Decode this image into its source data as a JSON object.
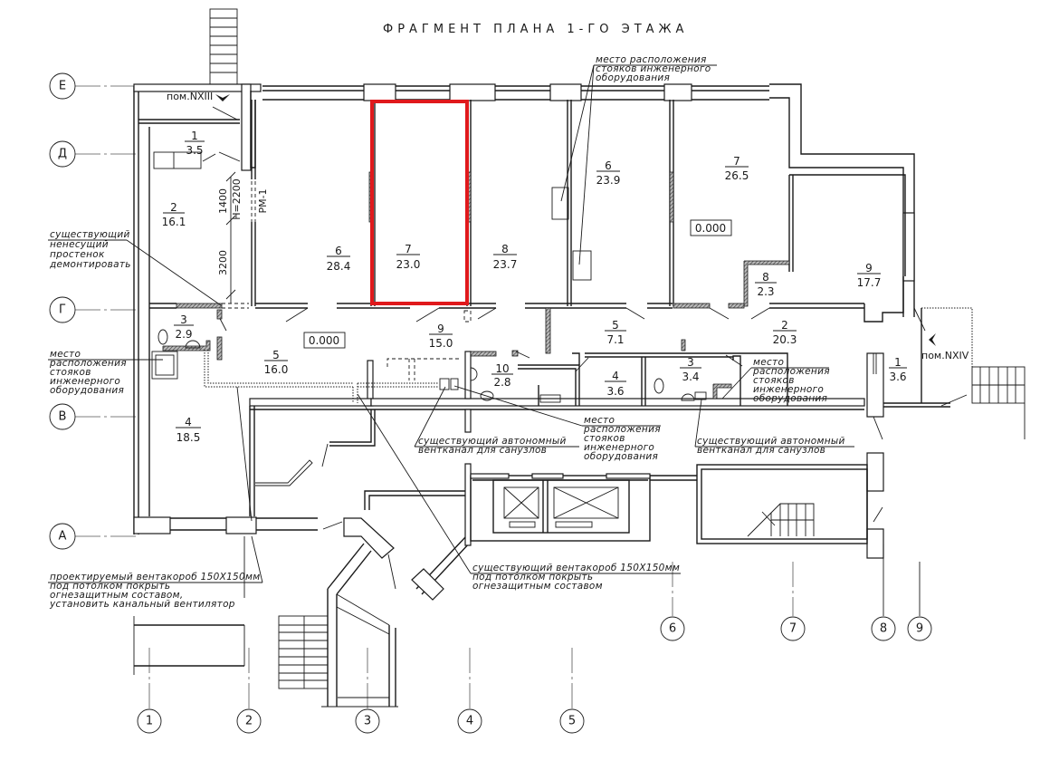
{
  "title": "ФРАГМЕНТ ПЛАНА 1-ГО ЭТАЖА",
  "highlight_color": "#e0191c",
  "axes": {
    "rows": [
      "Е",
      "Д",
      "Г",
      "В",
      "А"
    ],
    "columns": [
      "1",
      "2",
      "3",
      "4",
      "5",
      "6",
      "7",
      "8",
      "9"
    ]
  },
  "premises": {
    "nxiii": "пом.NXIII",
    "nxiv": "пом.NXIV"
  },
  "rooms": [
    {
      "id": "r1",
      "number": "1",
      "area": "3.5"
    },
    {
      "id": "r2",
      "number": "2",
      "area": "16.1"
    },
    {
      "id": "r3",
      "number": "3",
      "area": "2.9"
    },
    {
      "id": "r4",
      "number": "4",
      "area": "18.5"
    },
    {
      "id": "r5",
      "number": "5",
      "area": "16.0"
    },
    {
      "id": "r6",
      "number": "6",
      "area": "28.4"
    },
    {
      "id": "r7",
      "number": "7",
      "area": "23.0",
      "highlighted": true
    },
    {
      "id": "r8",
      "number": "8",
      "area": "23.7"
    },
    {
      "id": "r9",
      "number": "9",
      "area": "15.0"
    },
    {
      "id": "r10",
      "number": "10",
      "area": "2.8"
    },
    {
      "id": "r6b",
      "number": "6",
      "area": "23.9"
    },
    {
      "id": "r5b",
      "number": "5",
      "area": "7.1"
    },
    {
      "id": "r4b",
      "number": "4",
      "area": "3.6"
    },
    {
      "id": "r3b",
      "number": "3",
      "area": "3.4"
    },
    {
      "id": "r7b",
      "number": "7",
      "area": "26.5"
    },
    {
      "id": "r8b",
      "number": "8",
      "area": "2.3"
    },
    {
      "id": "r9b",
      "number": "9",
      "area": "17.7"
    },
    {
      "id": "r2b",
      "number": "2",
      "area": "20.3"
    },
    {
      "id": "r1b",
      "number": "1",
      "area": "3.6"
    }
  ],
  "levels": [
    "0.000",
    "0.000"
  ],
  "dimensions": {
    "d1400": "1400",
    "h2200": "H=2200",
    "d3200": "3200",
    "rm1": "РМ-1"
  },
  "notes": {
    "risers_top": [
      "место расположения",
      "стояков инженерного",
      "оборудования"
    ],
    "demolish": [
      "существующий",
      "ненесущий",
      "простенок",
      "демонтировать"
    ],
    "risers_left": [
      "место",
      "расположения",
      "стояков",
      "инженерного",
      "оборудования"
    ],
    "risers_mid": [
      "место",
      "расположения",
      "стояков",
      "инженерного",
      "оборудования"
    ],
    "risers_right": [
      "место",
      "расположения",
      "стояков",
      "инженерного",
      "оборудования"
    ],
    "vent_left": [
      "существующий автономный",
      "вентканал для санузлов"
    ],
    "vent_right": [
      "существующий автономный",
      "вентканал для санузлов"
    ],
    "duct_existing": [
      "существующий вентакороб 150Х150мм",
      "под потолком покрыть",
      "огнезащитным составом"
    ],
    "duct_designed": [
      "проектируемый вентакороб 150Х150мм",
      "под потолком покрыть",
      "огнезащитным составом,",
      "установить канальный вентилятор"
    ]
  }
}
